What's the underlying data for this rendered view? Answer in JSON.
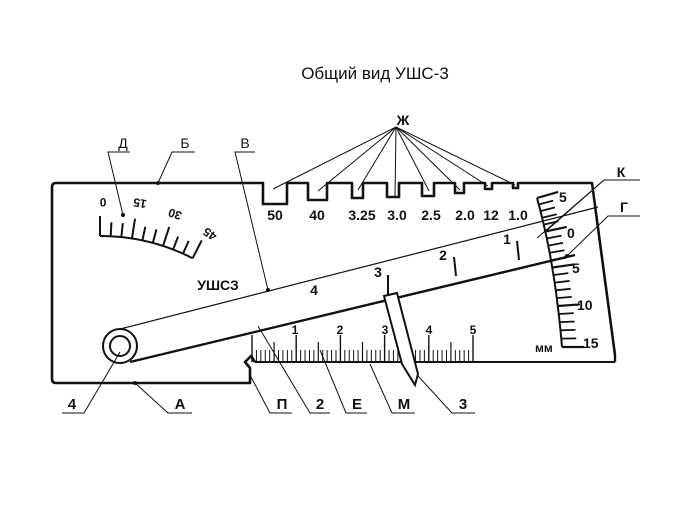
{
  "title": "Общий вид УШС-3",
  "device_marking": "УШСЗ",
  "gauge_notches": [
    "50",
    "40",
    "3.25",
    "3.0",
    "2.5",
    "2.0",
    "12",
    "1.0"
  ],
  "angle_scale": [
    "0",
    "15",
    "30",
    "45"
  ],
  "arm_scale": [
    "1",
    "2",
    "3",
    "4"
  ],
  "right_scale": [
    "5",
    "0",
    "5",
    "10",
    "15"
  ],
  "right_scale_unit": "мм",
  "ruler_scale": [
    "1",
    "2",
    "3",
    "4",
    "5"
  ],
  "callouts_top": {
    "d": "Д",
    "b": "Б",
    "v": "В",
    "zh": "Ж",
    "k": "К",
    "g": "Г"
  },
  "callouts_bottom": {
    "n4": "4",
    "a": "А",
    "p": "П",
    "n2": "2",
    "e": "Е",
    "m": "М",
    "n3": "3"
  }
}
